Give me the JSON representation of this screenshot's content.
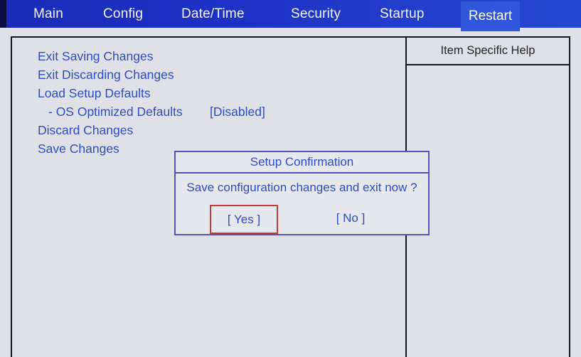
{
  "nav": {
    "items": [
      {
        "label": "Main",
        "active": false
      },
      {
        "label": "Config",
        "active": false
      },
      {
        "label": "Date/Time",
        "active": false
      },
      {
        "label": "Security",
        "active": false
      },
      {
        "label": "Startup",
        "active": false
      },
      {
        "label": "Restart",
        "active": true
      }
    ]
  },
  "menu": {
    "items": [
      {
        "label": "Exit Saving Changes"
      },
      {
        "label": "Exit Discarding Changes"
      },
      {
        "label": "Load Setup Defaults"
      },
      {
        "label": "- OS Optimized Defaults",
        "value": "[Disabled]"
      },
      {
        "label": "Discard Changes"
      },
      {
        "label": "Save Changes"
      }
    ]
  },
  "help": {
    "title": "Item Specific Help"
  },
  "dialog": {
    "title": "Setup Confirmation",
    "message": "Save configuration changes and exit now ?",
    "yes_label": "[ Yes ]",
    "no_label": "[ No ]",
    "selected_button": "yes"
  },
  "colors": {
    "bar_blue": "#1d30c4",
    "active_tab_blue": "#3156dc",
    "menu_text_blue": "#2e4cc3",
    "dialog_border_purple": "#5251bf",
    "selected_border_red": "#c23b38",
    "page_background": "#e0e1e6",
    "frame_border_black": "#15151c"
  }
}
